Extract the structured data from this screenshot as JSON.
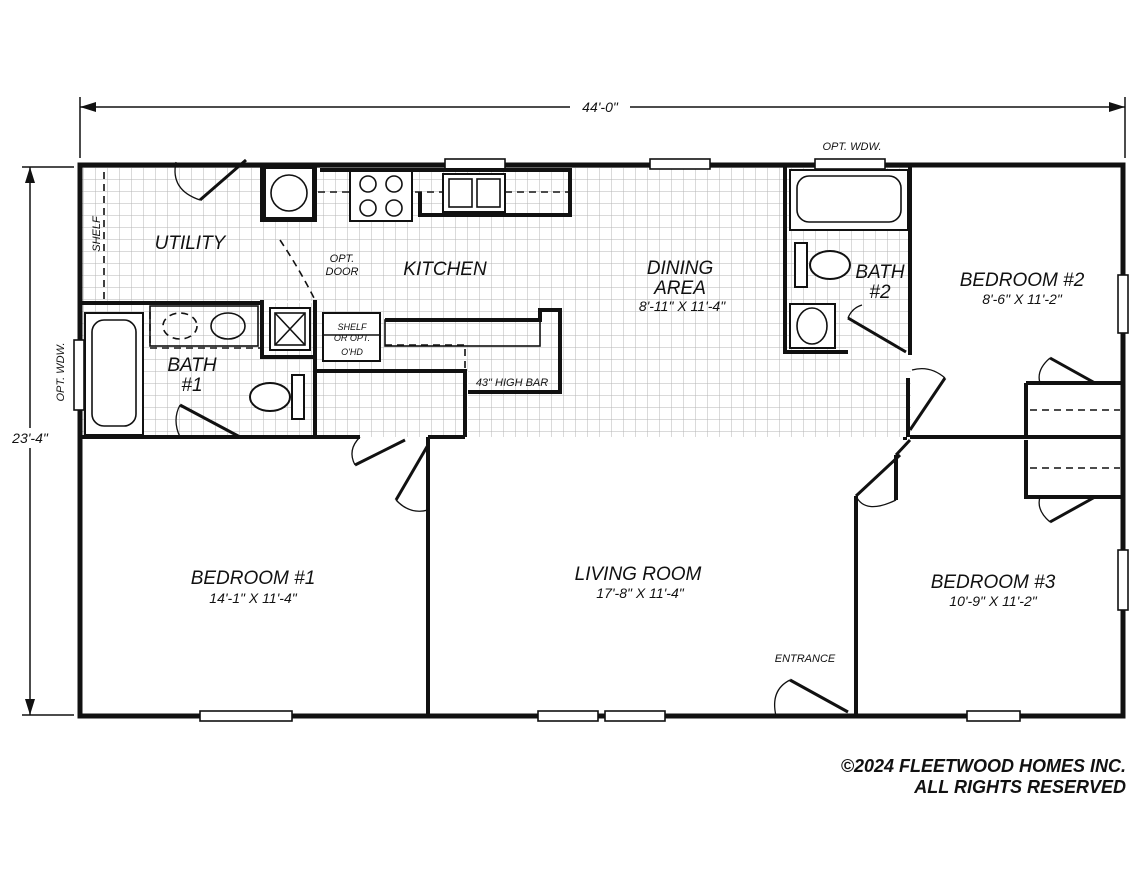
{
  "dimensions": {
    "overall_width": "44'-0\"",
    "overall_depth": "23'-4\""
  },
  "rooms": {
    "utility": "UTILITY",
    "kitchen": "KITCHEN",
    "dining_line1": "DINING",
    "dining_line2": "AREA",
    "dining_size": "8'-11\" X 11'-4\"",
    "bath1_line1": "BATH",
    "bath1_line2": "#1",
    "bath2_line1": "BATH",
    "bath2_line2": "#2",
    "bedroom1": "BEDROOM #1",
    "bedroom1_size": "14'-1\" X 11'-4\"",
    "living": "LIVING ROOM",
    "living_size": "17'-8\" X 11'-4\"",
    "bedroom2": "BEDROOM #2",
    "bedroom2_size": "8'-6\" X 11'-2\"",
    "bedroom3": "BEDROOM #3",
    "bedroom3_size": "10'-9\" X 11'-2\""
  },
  "notes": {
    "shelf": "SHELF",
    "opt_door_line1": "OPT.",
    "opt_door_line2": "DOOR",
    "opt_wdw_top": "OPT. WDW.",
    "opt_wdw_left": "OPT. WDW.",
    "shelf_opt_line1": "SHELF",
    "shelf_opt_line2": "OR OPT.",
    "shelf_opt_line3": "O'HD",
    "high_bar": "43\" HIGH BAR",
    "entrance": "ENTRANCE"
  },
  "copyright": {
    "line1": "©2024 FLEETWOOD HOMES INC.",
    "line2": "ALL RIGHTS RESERVED"
  }
}
